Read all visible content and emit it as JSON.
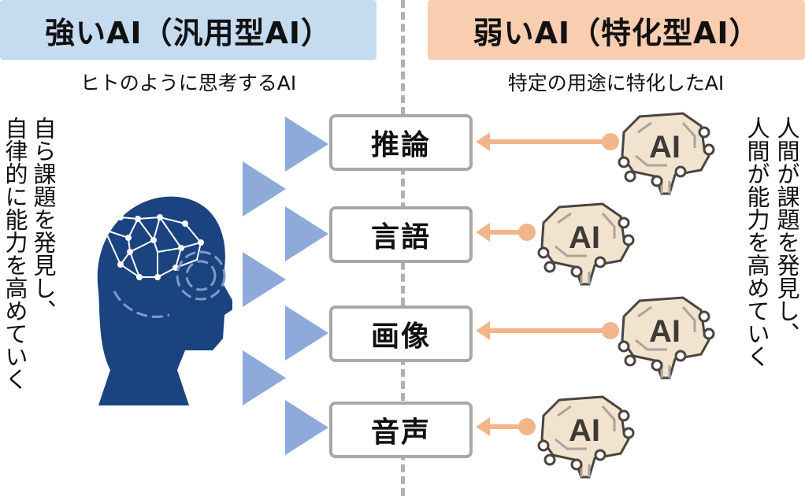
{
  "strong": {
    "title": "強いAI（汎用型AI）",
    "subtitle": "ヒトのように思考するAI",
    "description": [
      "自ら課題を発見し、",
      "自律的に能力を高めていく"
    ],
    "color": "#c5dbf0"
  },
  "weak": {
    "title": "弱いAI（特化型AI）",
    "subtitle": "特定の用途に特化したAI",
    "description": [
      "人間が課題を発見し、",
      "人間が能力を高めていく"
    ],
    "color": "#f8cdb0"
  },
  "capabilities": [
    "推論",
    "言語",
    "画像",
    "音声"
  ],
  "icon_label": "AI",
  "colors": {
    "arrow": "#8eaadb",
    "connector": "#f1b58c",
    "head": "#1a4380"
  }
}
